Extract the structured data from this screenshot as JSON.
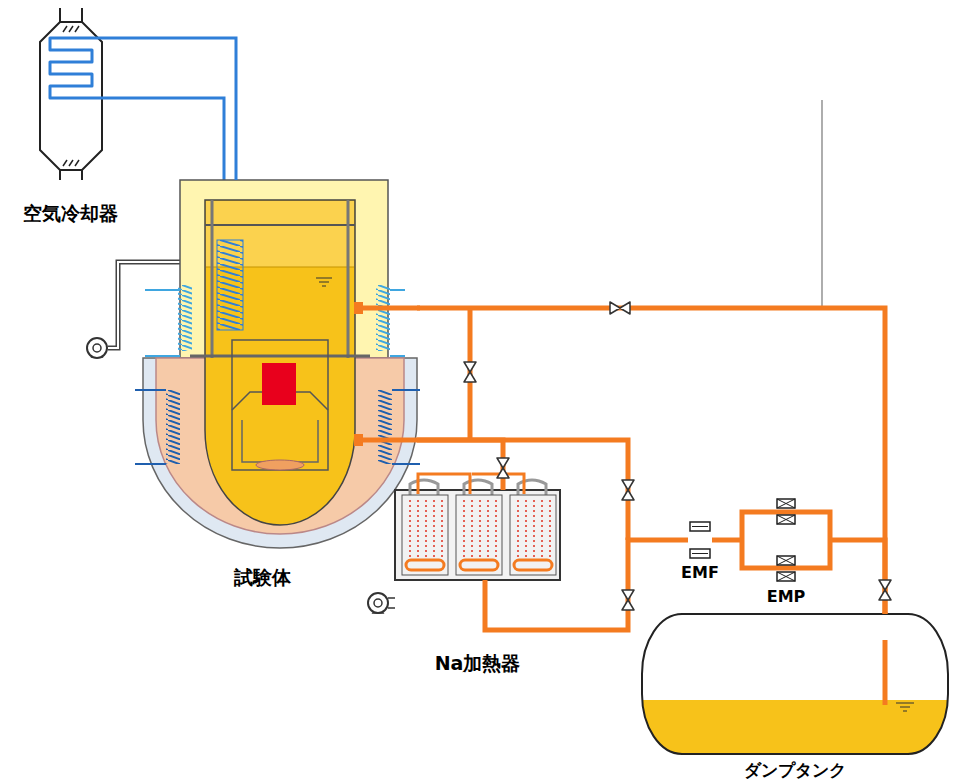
{
  "diagram": {
    "nodes": [
      {
        "text": [
          "空気冷却器"
        ]
      },
      {
        "text": [
          "試験体"
        ]
      },
      {
        "text": [
          "Na加熱器"
        ]
      },
      {
        "text": [
          "EMF"
        ]
      },
      {
        "text": [
          "EMP"
        ]
      },
      {
        "text": [
          "ダンプタンク"
        ]
      }
    ],
    "edges": [
      {
        "from": 0,
        "to": 1,
        "arrow": "none"
      },
      {
        "from": 1,
        "to": 2,
        "arrow": "none"
      },
      {
        "from": 2,
        "to": 3,
        "arrow": "none"
      },
      {
        "from": 3,
        "to": 4,
        "arrow": "none"
      },
      {
        "from": 4,
        "to": 5,
        "arrow": "none"
      },
      {
        "from": 1,
        "to": 5,
        "arrow": "none"
      }
    ]
  }
}
